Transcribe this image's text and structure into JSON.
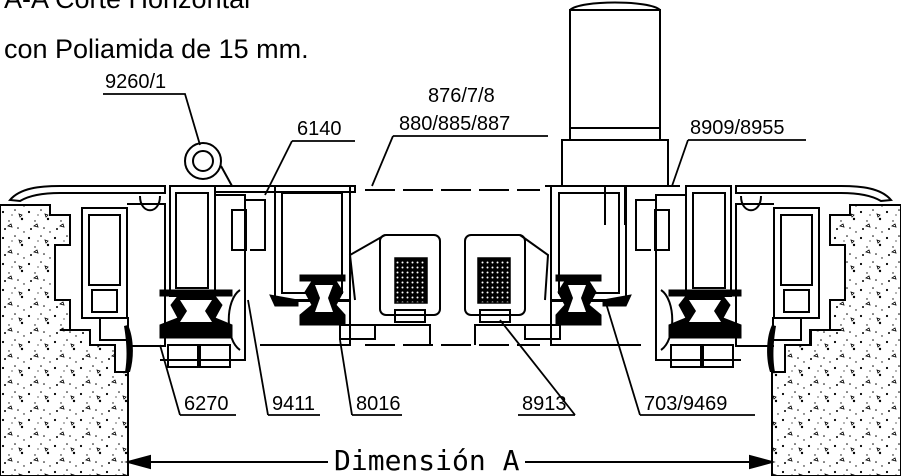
{
  "title": {
    "line1": "A-A Corte Horizontal",
    "line2": "con Poliamida de 15 mm."
  },
  "callouts": {
    "c9260": "9260/1",
    "c6140": "6140",
    "c876": "876/7/8",
    "c880": "880/885/887",
    "c8909": "8909/8955",
    "c6270": "6270",
    "c9411": "9411",
    "c8016": "8016",
    "c8913": "8913",
    "c703": "703/9469"
  },
  "dimension": {
    "label": "Dimensión  A"
  }
}
